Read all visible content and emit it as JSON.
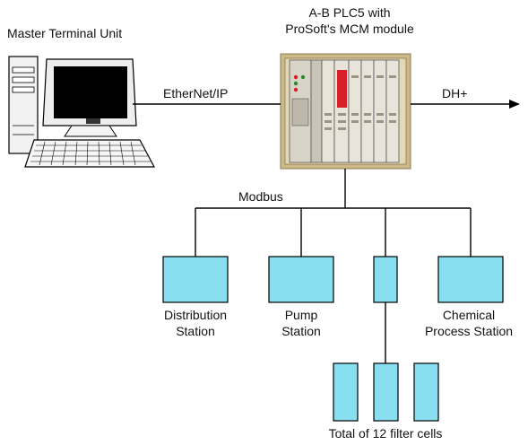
{
  "labels": {
    "mtu": "Master Terminal Unit",
    "plc_line1": "A-B PLC5 with",
    "plc_line2": "ProSoft's MCM module",
    "ethernet": "EtherNet/IP",
    "dh": "DH+",
    "modbus": "Modbus",
    "distribution_line1": "Distribution",
    "distribution_line2": "Station",
    "pump_line1": "Pump",
    "pump_line2": "Station",
    "chemical_line1": "Chemical",
    "chemical_line2": "Process Station",
    "filter_cells": "Total of 12 filter cells"
  },
  "colors": {
    "station_fill": "#87dfef",
    "line": "#000000",
    "plc_red": "#d81e28",
    "plc_body": "#d8d0bc",
    "plc_frame": "#c8b890"
  },
  "icons": {
    "computer": "desktop-computer-icon",
    "plc": "plc-rack-icon"
  }
}
